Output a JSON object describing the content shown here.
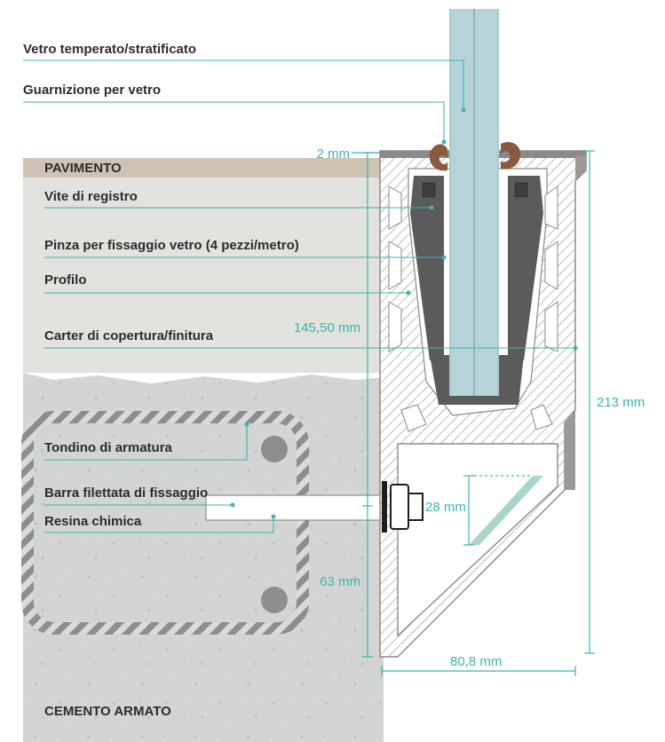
{
  "labels": {
    "glass": "Vetro temperato/stratificato",
    "gasket": "Guarnizione per vetro",
    "floor": "PAVIMENTO",
    "screw": "Vite di registro",
    "clamp": "Pinza per fissaggio vetro (4 pezzi/metro)",
    "profile": "Profilo",
    "cover": "Carter di copertura/finitura",
    "rebar": "Tondino di armatura",
    "rod": "Barra filettata di fissaggio",
    "resin": "Resina chimica",
    "concrete": "CEMENTO ARMATO"
  },
  "dimensions": {
    "top_gap": "2 mm",
    "floor_depth": "145,50 mm",
    "total_height": "213 mm",
    "anchor_offset": "28 mm",
    "embed_depth": "63 mm",
    "width": "80,8 mm"
  },
  "colors": {
    "accent": "#3fb3ad",
    "text": "#2c2c2c",
    "floor_band": "#cfc4b4",
    "floor": "#e2e2df",
    "concrete": "#d2d4d3",
    "glass": "#b6d3d8",
    "profile": "#8a8a8a",
    "clamp": "#5b5b5b",
    "gasket": "#8a5a3f"
  }
}
